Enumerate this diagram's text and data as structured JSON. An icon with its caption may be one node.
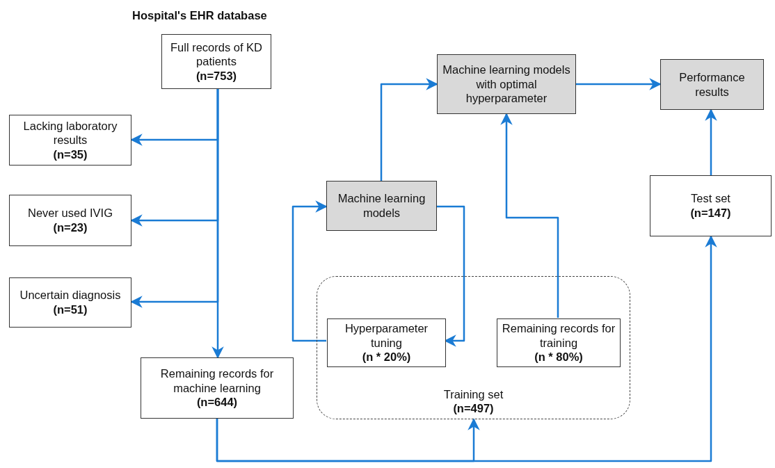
{
  "diagram": {
    "title": "Hospital's EHR database",
    "nodes": [
      {
        "text": [
          "Full records of KD patients",
          "(n=753)"
        ]
      },
      {
        "text": [
          "Lacking laboratory results",
          "(n=35)"
        ]
      },
      {
        "text": [
          "Never used IVIG",
          "(n=23)"
        ]
      },
      {
        "text": [
          "Uncertain diagnosis",
          "(n=51)"
        ]
      },
      {
        "text": [
          "Remaining records for machine learning",
          "(n=644)"
        ]
      },
      {
        "text": [
          "Machine learning models with optimal hyperparameter"
        ]
      },
      {
        "text": [
          "Performance results"
        ]
      },
      {
        "text": [
          "Machine learning models"
        ]
      },
      {
        "text": [
          "Training set",
          "(n=497)"
        ]
      },
      {
        "text": [
          "Hyperparameter tuning",
          "(n * 20%)"
        ],
        "in": 8
      },
      {
        "text": [
          "Remaining records for training",
          "(n * 80%)"
        ],
        "in": 8
      },
      {
        "text": [
          "Test set",
          "(n=147)"
        ]
      }
    ],
    "edges": [
      {
        "from": 0,
        "to": 1,
        "arrow": "to"
      },
      {
        "from": 0,
        "to": 2,
        "arrow": "to"
      },
      {
        "from": 0,
        "to": 3,
        "arrow": "to"
      },
      {
        "from": 0,
        "to": 4,
        "arrow": "to"
      },
      {
        "from": 4,
        "to": 8,
        "arrow": "to"
      },
      {
        "from": 4,
        "to": 11,
        "arrow": "to"
      },
      {
        "from": 7,
        "to": 5,
        "arrow": "to"
      },
      {
        "from": 5,
        "to": 6,
        "arrow": "to"
      },
      {
        "from": 10,
        "to": 5,
        "arrow": "to"
      },
      {
        "from": 11,
        "to": 6,
        "arrow": "to"
      },
      {
        "from": 9,
        "to": 7,
        "arrow": "to"
      },
      {
        "from": 7,
        "to": 9,
        "arrow": "to"
      }
    ]
  }
}
